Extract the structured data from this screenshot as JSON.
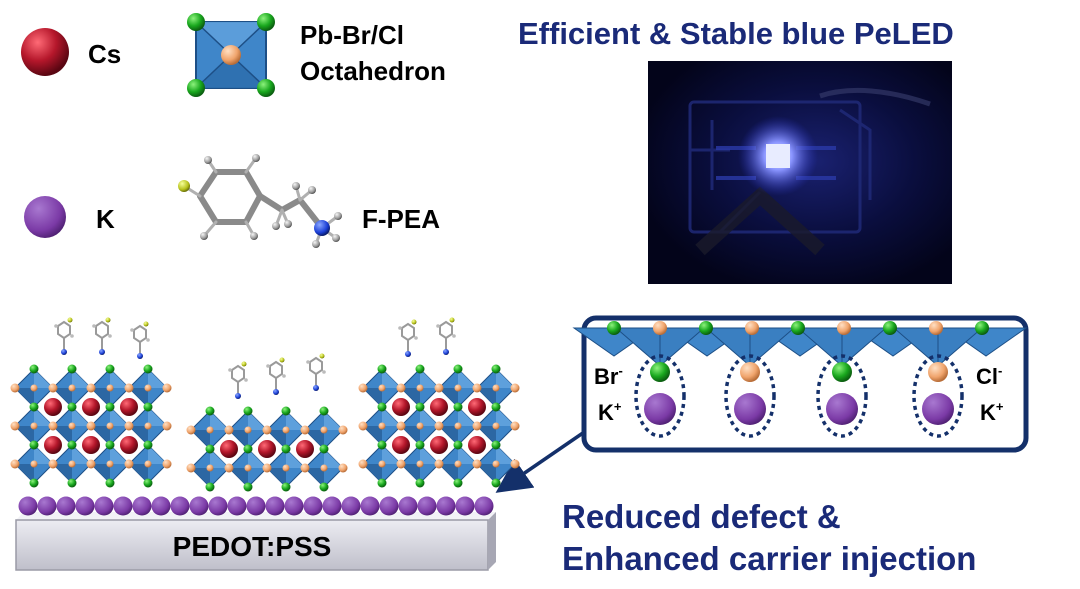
{
  "legend": {
    "cs_label": "Cs",
    "octahedron_label_line1": "Pb-Br/Cl",
    "octahedron_label_line2": "Octahedron",
    "k_label": "K",
    "fpea_label": "F-PEA"
  },
  "headline": "Efficient & Stable blue PeLED",
  "substrate_label": "PEDOT:PSS",
  "inset": {
    "br_label": "Br",
    "br_sup": "-",
    "cl_label": "Cl",
    "cl_sup": "-",
    "k_left_label": "K",
    "k_left_sup": "+",
    "k_right_label": "K",
    "k_right_sup": "+"
  },
  "caption_line1": "Reduced defect &",
  "caption_line2": "Enhanced carrier injection",
  "colors": {
    "title_navy": "#1a2a78",
    "octahedron_blue": "#3f86c9",
    "octahedron_edge": "#1d4f86",
    "cs_red": "#b5172b",
    "k_purple": "#7b3aa6",
    "halide_green": "#19a81e",
    "pb_orange": "#f0a46c",
    "substrate_grey": "#d4d4dc",
    "inset_border": "#14306a",
    "photo_bg": "#06082a",
    "led_glow": "#5b6bff"
  }
}
